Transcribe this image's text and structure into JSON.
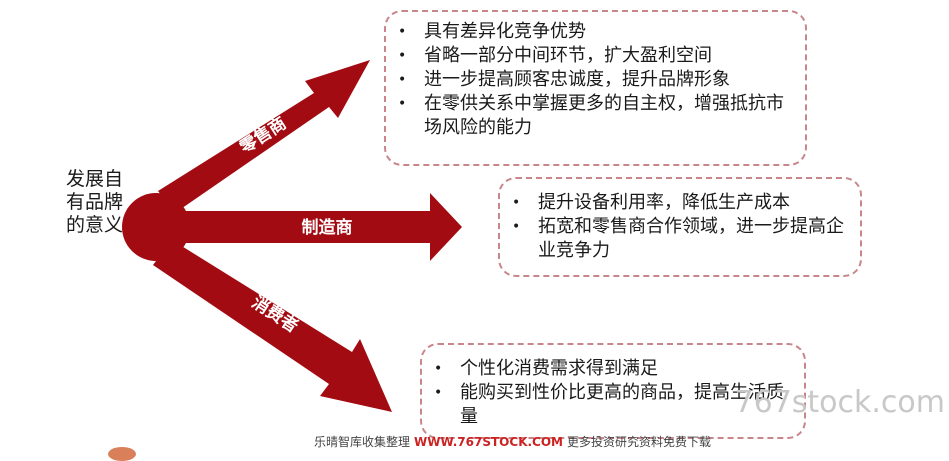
{
  "center_label": "发展自有品牌的意义",
  "colors": {
    "arrow": "#a30b12",
    "box_border": "#c9868a",
    "watermark": "#c8c8c8",
    "footer_url": "#cc2222"
  },
  "branches": [
    {
      "label": "零售商",
      "items": [
        "具有差异化竞争优势",
        "省略一部分中间环节，扩大盈利空间",
        "进一步提高顾客忠诚度，提升品牌形象",
        "在零供关系中掌握更多的自主权，增强抵抗市场风险的能力"
      ]
    },
    {
      "label": "制造商",
      "items": [
        "提升设备利用率，降低生产成本",
        "拓宽和零售商合作领域，进一步提高企业竞争力"
      ]
    },
    {
      "label": "消费者",
      "items": [
        "个性化消费需求得到满足",
        "能购买到性价比更高的商品，提高生活质量"
      ]
    }
  ],
  "bullet_glyph": "•",
  "watermark": "767stock.com",
  "footer": {
    "prefix": "乐晴智库收集整理",
    "url": "WWW.767STOCK.COM",
    "suffix": "更多投资研究资料免费下载"
  }
}
